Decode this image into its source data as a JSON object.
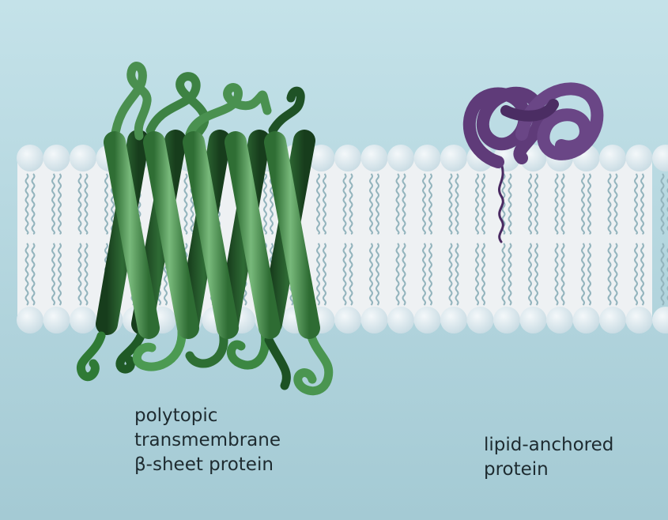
{
  "colors": {
    "background_top": "#c3e1e8",
    "background_bottom": "#a6ccd6",
    "membrane_interior": "#eef1f3",
    "lipid_head": "#d3e2e9",
    "lipid_tail": "#93b4bd",
    "beta_strand_light": "#5aa05e",
    "beta_strand_dark": "#1f4d25",
    "anchored_protein": "#5e3a78",
    "label_text": "#1e2b30"
  },
  "labels": {
    "transmembrane": {
      "lines": [
        "polytopic",
        "transmembrane",
        "β-sheet protein"
      ]
    },
    "lipid_anchored": {
      "lines": [
        "lipid-anchored",
        "protein"
      ]
    }
  }
}
